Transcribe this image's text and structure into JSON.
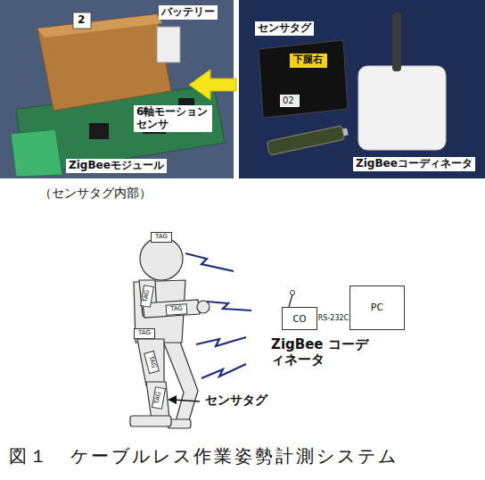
{
  "diagram": {
    "caption": "図１　ケーブルレス作業姿勢計測システム",
    "nodes": [
      {
        "text": [
          "TAG"
        ]
      },
      {
        "text": [
          "TAG"
        ]
      },
      {
        "text": [
          "TAG"
        ]
      },
      {
        "text": [
          "TAG"
        ]
      },
      {
        "text": [
          "TAG"
        ]
      },
      {
        "text": [
          "TAG"
        ]
      },
      {
        "text": [
          "CO"
        ]
      },
      {
        "text": [
          "PC"
        ]
      }
    ],
    "edges": [
      {
        "from": 6,
        "to": 7,
        "arrow": "none",
        "label": "RS-232C"
      }
    ],
    "labels": [
      "バッテリー",
      "2",
      "6軸モーションセンサ",
      "ZigBeeモジュール",
      "センサタグ",
      "下腿右",
      "02",
      "ZigBeeコーディネータ",
      "（センサタグ内部）",
      "ZigBee コーディネータ",
      "センサタグ"
    ]
  }
}
